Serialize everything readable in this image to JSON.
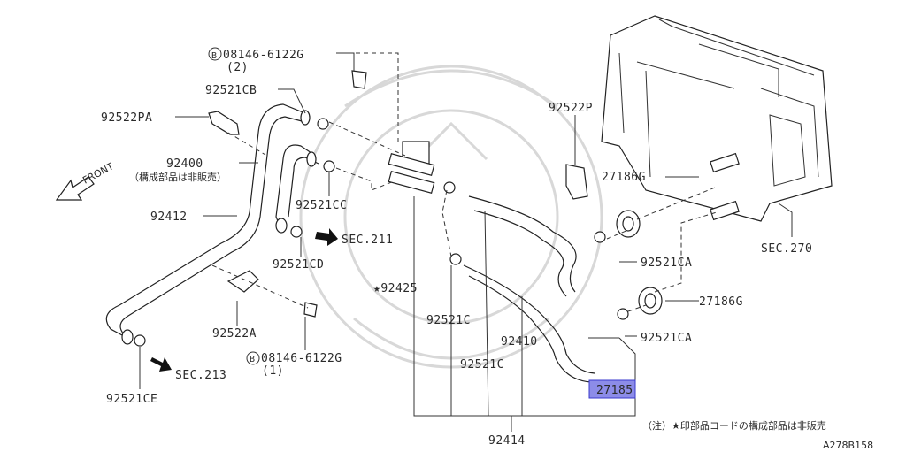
{
  "labels": {
    "bolt_top_code": "08146-6122G",
    "bolt_top_qty": "(2)",
    "bolt_bot_code": "08146-6122G",
    "bolt_bot_qty": "(1)",
    "bolt_marker": "B",
    "p92521CB": "92521CB",
    "p92522PA": "92522PA",
    "p92400": "92400",
    "p92400_note": "（構成部品は非販売）",
    "front": "FRONT",
    "p92412": "92412",
    "p92521CC": "92521CC",
    "sec211": "SEC.211",
    "p92521CD": "92521CD",
    "p92425": "★92425",
    "p92522A": "92522A",
    "sec213": "SEC.213",
    "p92521CE": "92521CE",
    "p92521C_a": "92521C",
    "p92410": "92410",
    "p92521C_b": "92521C",
    "p92414": "92414",
    "p92522P": "92522P",
    "p27186G_a": "27186G",
    "p92521CA_a": "92521CA",
    "p27186G_b": "27186G",
    "p92521CA_b": "92521CA",
    "sec270": "SEC.270",
    "p27185": "27185",
    "footnote": "（注）★印部品コードの構成部品は非販売",
    "drawing_code": "A278B158"
  },
  "colors": {
    "line": "#333333",
    "highlight_fill": "#8c8ce8",
    "highlight_border": "#3a3acc"
  },
  "icons": [
    "front-arrow-icon",
    "sec-arrow-icon",
    "bolt-marker-icon"
  ]
}
